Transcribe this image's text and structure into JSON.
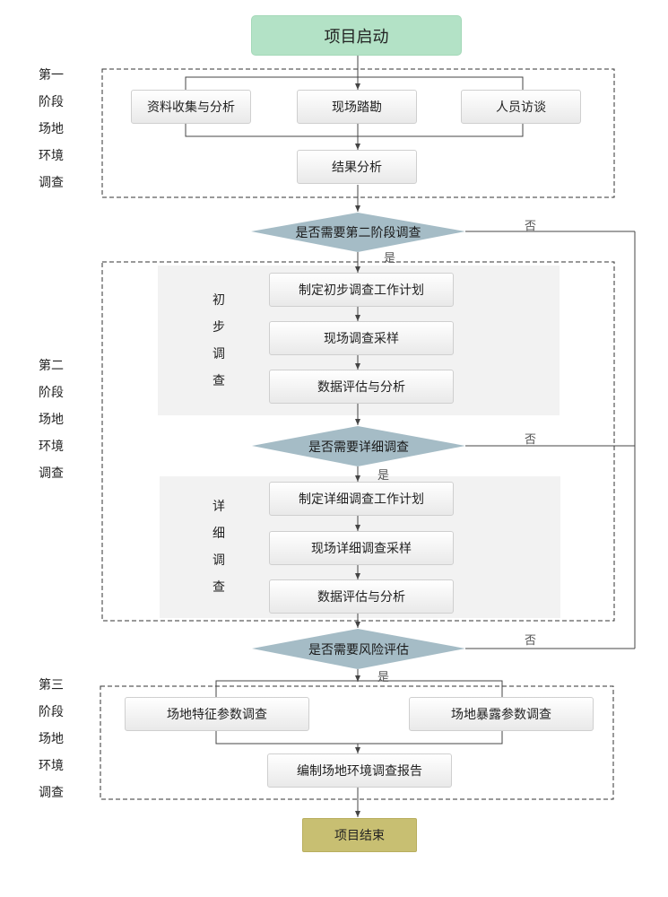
{
  "start": "项目启动",
  "end": "项目结束",
  "phase1": {
    "label": [
      "第一",
      "阶段",
      "场地",
      "环境",
      "调查"
    ],
    "collect": "资料收集与分析",
    "survey": "现场踏勘",
    "interview": "人员访谈",
    "result": "结果分析"
  },
  "decision1": "是否需要第二阶段调查",
  "phase2": {
    "label": [
      "第二",
      "阶段",
      "场地",
      "环境",
      "调查"
    ],
    "prelim": {
      "label": [
        "初",
        "步",
        "调",
        "查"
      ],
      "plan": "制定初步调查工作计划",
      "sampling": "现场调查采样",
      "eval": "数据评估与分析"
    },
    "decision": "是否需要详细调查",
    "detail": {
      "label": [
        "详",
        "细",
        "调",
        "查"
      ],
      "plan": "制定详细调查工作计划",
      "sampling": "现场详细调查采样",
      "eval": "数据评估与分析"
    }
  },
  "decision3": "是否需要风险评估",
  "phase3": {
    "label": [
      "第三",
      "阶段",
      "场地",
      "环境",
      "调查"
    ],
    "feature": "场地特征参数调查",
    "exposure": "场地暴露参数调查",
    "report": "编制场地环境调查报告"
  },
  "yes": "是",
  "no": "否",
  "colors": {
    "start": "#b3e2c6",
    "end": "#c8bf72",
    "diamond": "#a5bcc6",
    "subpanel": "#f2f2f2"
  }
}
